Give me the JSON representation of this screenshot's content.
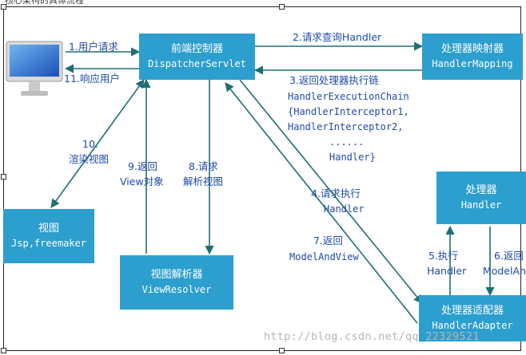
{
  "top_text": "核心架构的具体流程",
  "boxes": {
    "dispatcher": {
      "title": "前端控制器",
      "subtitle": "DispatcherServlet"
    },
    "handler_mapping": {
      "title": "处理器映射器",
      "subtitle": "HandlerMapping"
    },
    "handler": {
      "title": "处理器",
      "subtitle": "Handler"
    },
    "handler_adapter": {
      "title": "处理器适配器",
      "subtitle": "HandlerAdapter"
    },
    "view_resolver": {
      "title": "视图解析器",
      "subtitle": "ViewResolver"
    },
    "view": {
      "title": "视图",
      "subtitle": "Jsp,freemaker"
    }
  },
  "labels": {
    "step1": "1.用户请求",
    "step11": "11.响应用户",
    "step2": "2.请求查询Handler",
    "step3_line1": "3.返回处理器执行链",
    "step3_line2": "HandlerExecutionChain",
    "step3_line3": "{HandlerInterceptor1,",
    "step3_line4": "HandlerInterceptor2,",
    "step3_line5": "......",
    "step3_line6": "Handler}",
    "step4_line1": "4.请求执行",
    "step4_line2": "Handler",
    "step5_line1": "5.执行",
    "step5_line2": "Handler",
    "step6_line1": "6.返回",
    "step6_line2": "ModelAn",
    "step7_line1": "7.返回",
    "step7_line2": "ModelAndView",
    "step8_line1": "8.请求",
    "step8_line2": "解析视图",
    "step9_line1": "9.返回",
    "step9_line2": "View对象",
    "step10_line1": "10.",
    "step10_line2": "渲染视图"
  },
  "watermark": "http://blog.csdn.net/qq_22329521",
  "colors": {
    "box": "#2c9fcf",
    "arrow": "#1e6f73",
    "label": "#1f4aa6"
  }
}
